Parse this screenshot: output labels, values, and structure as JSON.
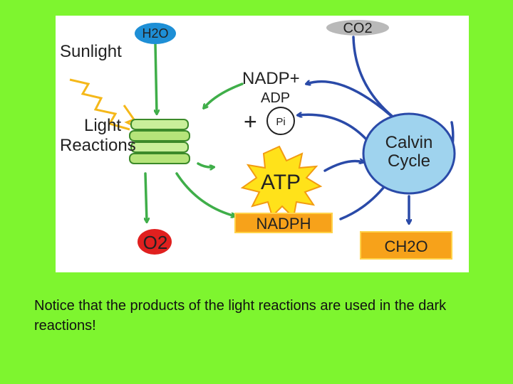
{
  "diagram": {
    "h2o": "H2O",
    "co2": "CO2",
    "sunlight": "Sunlight",
    "light_reactions_line1": "Light",
    "light_reactions_line2": "Reactions",
    "nadp_plus": "NADP+",
    "adp": "ADP",
    "plus": "+",
    "pi": "Pi",
    "atp": "ATP",
    "nadph": "NADPH",
    "o2": "O2",
    "calvin_line1": "Calvin",
    "calvin_line2": "Cycle",
    "ch2o": "CH2O"
  },
  "colors": {
    "background": "#7ef52f",
    "green_arrow": "#3fae49",
    "blue_arrow": "#2a4aa8",
    "calvin_fill": "#9fd3ee",
    "orange_box": "#f7a21a",
    "atp_star": "#ffe21a",
    "o2_fill": "#e0201f",
    "h2o_fill": "#1e8fd6",
    "co2_fill": "#b9b9b9"
  },
  "caption": "Notice that the products of the light reactions are used in the dark reactions!"
}
